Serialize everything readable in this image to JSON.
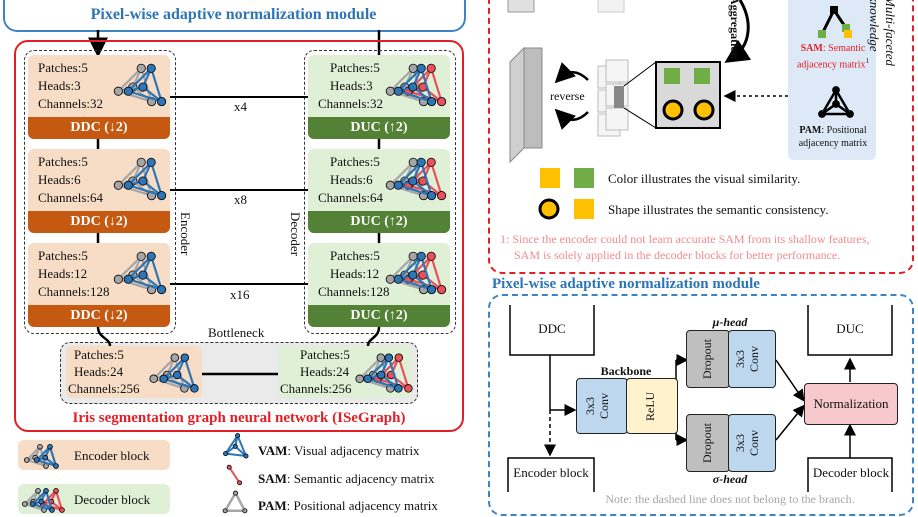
{
  "top_module_title": "Pixel-wise adaptive normalization module",
  "isegraph_title": "Iris segmentation graph neural network (ISeGraph)",
  "encoder_label": "Encoder",
  "decoder_label": "Decoder",
  "bottleneck_label": "Bottleneck",
  "encoder_blocks": [
    {
      "patches": "Patches:5",
      "heads": "Heads:3",
      "channels": "Channels:32",
      "bar": "DDC (↓2)"
    },
    {
      "patches": "Patches:5",
      "heads": "Heads:6",
      "channels": "Channels:64",
      "bar": "DDC (↓2)"
    },
    {
      "patches": "Patches:5",
      "heads": "Heads:12",
      "channels": "Channels:128",
      "bar": "DDC (↓2)"
    }
  ],
  "decoder_blocks": [
    {
      "patches": "Patches:5",
      "heads": "Heads:3",
      "channels": "Channels:32",
      "bar": "DUC (↑2)"
    },
    {
      "patches": "Patches:5",
      "heads": "Heads:6",
      "channels": "Channels:64",
      "bar": "DUC (↑2)"
    },
    {
      "patches": "Patches:5",
      "heads": "Heads:12",
      "channels": "Channels:128",
      "bar": "DUC (↑2)"
    }
  ],
  "skip_labels": [
    "x4",
    "x8",
    "x16"
  ],
  "bottleneck_blocks": [
    {
      "patches": "Patches:5",
      "heads": "Heads:24",
      "channels": "Channels:256"
    },
    {
      "patches": "Patches:5",
      "heads": "Heads:24",
      "channels": "Channels:256"
    }
  ],
  "legend": {
    "encoder_block": "Encoder block",
    "decoder_block": "Decoder block",
    "vam_key": "VAM",
    "vam_text": ": Visual adjacency matrix",
    "sam_key": "SAM",
    "sam_text": ": Semantic adjacency matrix",
    "pam_key": "PAM",
    "pam_text": ": Positional adjacency matrix"
  },
  "top_right": {
    "aggregation": "Aggregation",
    "reverse": "reverse",
    "multi_faceted": "Multi-faceted knowledge",
    "sam_key": "SAM",
    "sam_text": ": Semantic adjacency matrix",
    "sam_sup": "1",
    "pam_key": "PAM",
    "pam_text": ": Positional adjacency matrix",
    "color_note": "Color illustrates the visual similarity.",
    "shape_note": "Shape illustrates the semantic consistency.",
    "footnote_1": "1: Since the encoder could not learn accurate SAM from its shallow features,",
    "footnote_2": "SAM is solely applied in the decoder blocks for better performance."
  },
  "norm_module": {
    "title": "Pixel-wise adaptive normalization module",
    "ddc": "DDC",
    "duc": "DUC",
    "encoder_block": "Encoder block",
    "decoder_block": "Decoder block",
    "backbone": "Backbone",
    "conv3x3": "3x3\nConv",
    "relu": "ReLU",
    "mu_head": "μ-head",
    "sigma_head": "σ-head",
    "dropout": "Dropout",
    "normalization": "Normalization",
    "note": "Note: the dashed line does not belong to the branch."
  },
  "colors": {
    "red": "#e21f26",
    "blue": "#3c84c6",
    "encoder_bar": "#c65911",
    "decoder_bar": "#538135",
    "encoder_bg": "#f7dcc6",
    "decoder_bg": "#dff0d6",
    "vam_blue": "#2e75b6",
    "sam_red": "#e8505b",
    "pam_gray": "#a6a6a6"
  }
}
